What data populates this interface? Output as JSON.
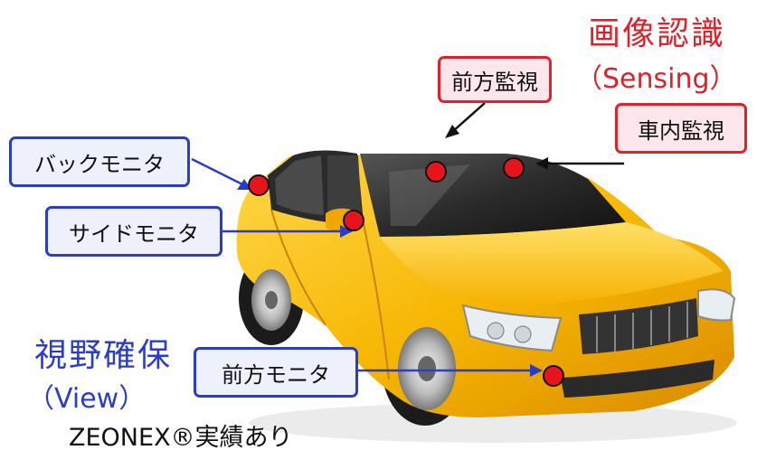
{
  "labels": {
    "sensing_title": "画像認識",
    "sensing_sub": "（Sensing）",
    "view_title": "視野確保",
    "view_sub": "（View）",
    "footnote": "ZEONEX®実績あり"
  },
  "boxes": {
    "front_monitoring": "前方監視",
    "interior_monitoring": "車内監視",
    "back_monitor": "バックモニタ",
    "side_monitor": "サイドモニタ",
    "front_monitor": "前方モニタ"
  },
  "colors": {
    "sensing": "#e2202a",
    "view": "#2a3dc8",
    "car_body": "#f6b500",
    "dot": "#e8141c"
  }
}
